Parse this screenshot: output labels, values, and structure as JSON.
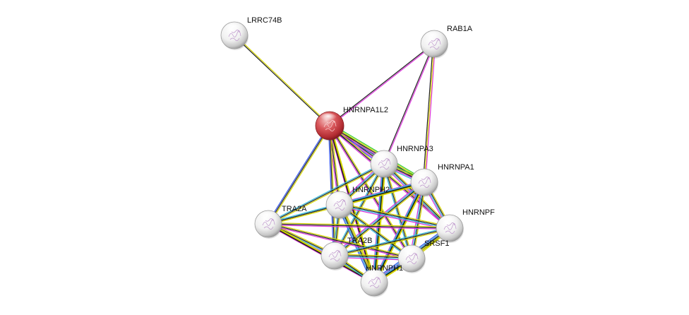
{
  "network": {
    "nodes": [
      {
        "id": "LRRC74B",
        "label": "LRRC74B",
        "query": false
      },
      {
        "id": "RAB1A",
        "label": "RAB1A",
        "query": false
      },
      {
        "id": "HNRNPA1L2",
        "label": "HNRNPA1L2",
        "query": true
      },
      {
        "id": "HNRNPA3",
        "label": "HNRNPA3",
        "query": false
      },
      {
        "id": "HNRNPA1",
        "label": "HNRNPA1",
        "query": false
      },
      {
        "id": "HNRNPH2",
        "label": "HNRNPH2",
        "query": false
      },
      {
        "id": "TRA2A",
        "label": "TRA2A",
        "query": false
      },
      {
        "id": "HNRNPF",
        "label": "HNRNPF",
        "query": false
      },
      {
        "id": "TRA2B",
        "label": "TRA2B",
        "query": false
      },
      {
        "id": "SRSF1",
        "label": "SRSF1",
        "query": false
      },
      {
        "id": "HNRNPH1",
        "label": "HNRNPH1",
        "query": false
      },
      {
        "id": "BOTTOM",
        "label": "",
        "query": false
      }
    ],
    "edge_colors": {
      "green": "#33cc33",
      "yellow": "#d6d600",
      "black": "#222222",
      "magenta": "#dd33dd",
      "blue": "#3355ee",
      "cyan": "#33bbdd",
      "purple": "#7744aa"
    },
    "edges": [
      {
        "a": "LRRC74B",
        "b": "HNRNPA1L2",
        "types": [
          "yellow",
          "black"
        ]
      },
      {
        "a": "RAB1A",
        "b": "HNRNPA1L2",
        "types": [
          "magenta",
          "black"
        ]
      },
      {
        "a": "RAB1A",
        "b": "HNRNPA3",
        "types": [
          "magenta",
          "black"
        ]
      },
      {
        "a": "RAB1A",
        "b": "HNRNPA1",
        "types": [
          "magenta",
          "yellow",
          "black"
        ]
      },
      {
        "a": "HNRNPA1L2",
        "b": "HNRNPA3",
        "types": [
          "green",
          "yellow",
          "black",
          "magenta",
          "blue"
        ]
      },
      {
        "a": "HNRNPA1L2",
        "b": "HNRNPA1",
        "types": [
          "green",
          "yellow",
          "black",
          "magenta",
          "blue"
        ]
      },
      {
        "a": "HNRNPA1L2",
        "b": "HNRNPH2",
        "types": [
          "yellow",
          "black",
          "magenta"
        ]
      },
      {
        "a": "HNRNPA1L2",
        "b": "TRA2A",
        "types": [
          "yellow",
          "black",
          "blue"
        ]
      },
      {
        "a": "HNRNPA1L2",
        "b": "HNRNPF",
        "types": [
          "yellow",
          "black",
          "magenta"
        ]
      },
      {
        "a": "HNRNPA1L2",
        "b": "TRA2B",
        "types": [
          "yellow",
          "black",
          "blue"
        ]
      },
      {
        "a": "HNRNPA1L2",
        "b": "SRSF1",
        "types": [
          "yellow",
          "black",
          "magenta"
        ]
      },
      {
        "a": "HNRNPA1L2",
        "b": "HNRNPH1",
        "types": [
          "yellow",
          "black",
          "magenta"
        ]
      },
      {
        "a": "HNRNPA1L2",
        "b": "BOTTOM",
        "types": [
          "yellow",
          "black"
        ]
      },
      {
        "a": "HNRNPA3",
        "b": "HNRNPA1",
        "types": [
          "green",
          "yellow",
          "black",
          "magenta",
          "cyan"
        ]
      },
      {
        "a": "HNRNPA3",
        "b": "HNRNPH2",
        "types": [
          "yellow",
          "black",
          "cyan",
          "magenta"
        ]
      },
      {
        "a": "HNRNPA3",
        "b": "TRA2A",
        "types": [
          "yellow",
          "black",
          "cyan"
        ]
      },
      {
        "a": "HNRNPA3",
        "b": "HNRNPF",
        "types": [
          "yellow",
          "black",
          "cyan",
          "magenta"
        ]
      },
      {
        "a": "HNRNPA3",
        "b": "TRA2B",
        "types": [
          "yellow",
          "black",
          "cyan"
        ]
      },
      {
        "a": "HNRNPA3",
        "b": "SRSF1",
        "types": [
          "yellow",
          "black",
          "cyan"
        ]
      },
      {
        "a": "HNRNPA3",
        "b": "HNRNPH1",
        "types": [
          "yellow",
          "black",
          "cyan",
          "magenta"
        ]
      },
      {
        "a": "HNRNPA3",
        "b": "BOTTOM",
        "types": [
          "yellow",
          "black",
          "cyan"
        ]
      },
      {
        "a": "HNRNPA1",
        "b": "HNRNPH2",
        "types": [
          "yellow",
          "black",
          "cyan",
          "magenta"
        ]
      },
      {
        "a": "HNRNPA1",
        "b": "TRA2A",
        "types": [
          "yellow",
          "black",
          "cyan"
        ]
      },
      {
        "a": "HNRNPA1",
        "b": "HNRNPF",
        "types": [
          "yellow",
          "black",
          "cyan",
          "magenta"
        ]
      },
      {
        "a": "HNRNPA1",
        "b": "TRA2B",
        "types": [
          "yellow",
          "black",
          "cyan",
          "magenta"
        ]
      },
      {
        "a": "HNRNPA1",
        "b": "SRSF1",
        "types": [
          "yellow",
          "black",
          "cyan",
          "magenta"
        ]
      },
      {
        "a": "HNRNPA1",
        "b": "HNRNPH1",
        "types": [
          "yellow",
          "black",
          "cyan",
          "magenta"
        ]
      },
      {
        "a": "HNRNPA1",
        "b": "BOTTOM",
        "types": [
          "yellow",
          "black",
          "cyan"
        ]
      },
      {
        "a": "HNRNPH2",
        "b": "TRA2A",
        "types": [
          "yellow",
          "black",
          "cyan"
        ]
      },
      {
        "a": "HNRNPH2",
        "b": "HNRNPF",
        "types": [
          "yellow",
          "black",
          "cyan",
          "magenta"
        ]
      },
      {
        "a": "HNRNPH2",
        "b": "TRA2B",
        "types": [
          "yellow",
          "black",
          "cyan"
        ]
      },
      {
        "a": "HNRNPH2",
        "b": "SRSF1",
        "types": [
          "yellow",
          "black",
          "cyan"
        ]
      },
      {
        "a": "HNRNPH2",
        "b": "HNRNPH1",
        "types": [
          "yellow",
          "black",
          "cyan",
          "magenta",
          "blue"
        ]
      },
      {
        "a": "HNRNPH2",
        "b": "BOTTOM",
        "types": [
          "yellow",
          "black",
          "cyan"
        ]
      },
      {
        "a": "TRA2A",
        "b": "HNRNPF",
        "types": [
          "yellow",
          "black",
          "magenta"
        ]
      },
      {
        "a": "TRA2A",
        "b": "TRA2B",
        "types": [
          "yellow",
          "black",
          "cyan",
          "magenta"
        ]
      },
      {
        "a": "TRA2A",
        "b": "SRSF1",
        "types": [
          "yellow",
          "black",
          "magenta"
        ]
      },
      {
        "a": "TRA2A",
        "b": "HNRNPH1",
        "types": [
          "yellow",
          "black",
          "magenta"
        ]
      },
      {
        "a": "TRA2A",
        "b": "BOTTOM",
        "types": [
          "yellow",
          "black"
        ]
      },
      {
        "a": "HNRNPF",
        "b": "TRA2B",
        "types": [
          "yellow",
          "black",
          "cyan"
        ]
      },
      {
        "a": "HNRNPF",
        "b": "SRSF1",
        "types": [
          "yellow",
          "black",
          "cyan",
          "magenta"
        ]
      },
      {
        "a": "HNRNPF",
        "b": "HNRNPH1",
        "types": [
          "yellow",
          "black",
          "cyan",
          "magenta",
          "blue"
        ]
      },
      {
        "a": "HNRNPF",
        "b": "BOTTOM",
        "types": [
          "yellow",
          "black",
          "cyan"
        ]
      },
      {
        "a": "TRA2B",
        "b": "SRSF1",
        "types": [
          "yellow",
          "black",
          "cyan",
          "magenta"
        ]
      },
      {
        "a": "TRA2B",
        "b": "HNRNPH1",
        "types": [
          "yellow",
          "black",
          "cyan"
        ]
      },
      {
        "a": "TRA2B",
        "b": "BOTTOM",
        "types": [
          "yellow",
          "black",
          "cyan"
        ]
      },
      {
        "a": "SRSF1",
        "b": "HNRNPH1",
        "types": [
          "yellow",
          "black",
          "cyan",
          "magenta"
        ]
      },
      {
        "a": "SRSF1",
        "b": "BOTTOM",
        "types": [
          "yellow",
          "black",
          "cyan"
        ]
      },
      {
        "a": "HNRNPH1",
        "b": "BOTTOM",
        "types": [
          "yellow",
          "black",
          "cyan"
        ]
      }
    ]
  }
}
